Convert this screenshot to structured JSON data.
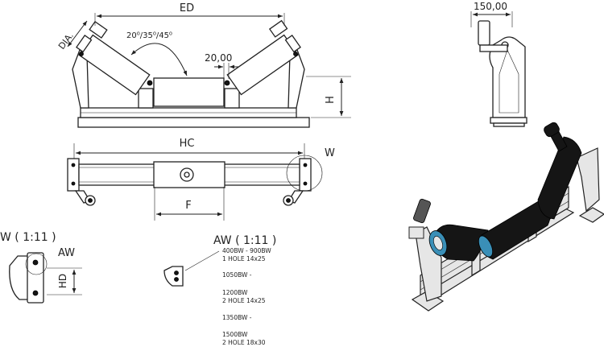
{
  "front_view": {
    "ed_label": "ED",
    "dia_label": "DIA.",
    "angle_label": "20⁰/35⁰/45⁰",
    "gap_label": "20,00",
    "h_label": "H"
  },
  "side_view": {
    "width_label": "150,00"
  },
  "top_view": {
    "hc_label": "HC",
    "f_label": "F",
    "detail_callout": "W"
  },
  "detail_w": {
    "title": "W ( 1:11 )",
    "aw_label": "AW",
    "hd_label": "HD"
  },
  "detail_aw": {
    "title": "AW ( 1:11 )",
    "notes": [
      "400BW - 900BW",
      "1 HOLE 14x25",
      "1050BW -",
      "1200BW",
      "2 HOLE 14x25",
      "1350BW -",
      "1500BW",
      "2 HOLE 18x30"
    ]
  },
  "colors": {
    "line": "#222222",
    "roller": "#151515",
    "frame": "#e6e6e6",
    "bearing": "#3a8fb7"
  }
}
